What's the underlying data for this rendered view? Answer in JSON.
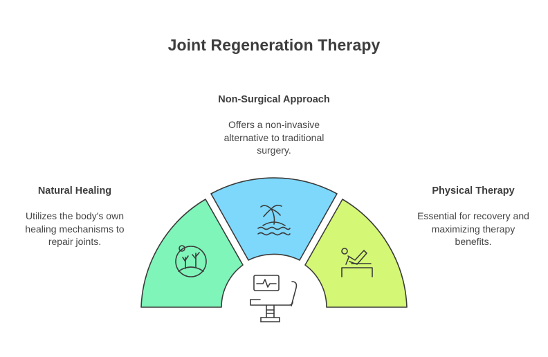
{
  "title": "Joint Regeneration Therapy",
  "sections": {
    "top": {
      "heading": "Non-Surgical Approach",
      "description": "Offers a non-invasive alternative to traditional surgery.",
      "color": "#7dd8fc",
      "icon": "palm-island-icon"
    },
    "left": {
      "heading": "Natural Healing",
      "description": "Utilizes the body's own healing mechanisms to repair joints.",
      "color": "#7ff5b9",
      "icon": "nature-plants-icon"
    },
    "right": {
      "heading": "Physical Therapy",
      "description": "Essential for recovery and maximizing therapy benefits.",
      "color": "#d4f775",
      "icon": "stretching-exercise-icon"
    },
    "center": {
      "icon": "treatment-chair-monitor-icon"
    }
  },
  "colors": {
    "outline": "#3b3b3b",
    "text": "#3d3d3d"
  }
}
